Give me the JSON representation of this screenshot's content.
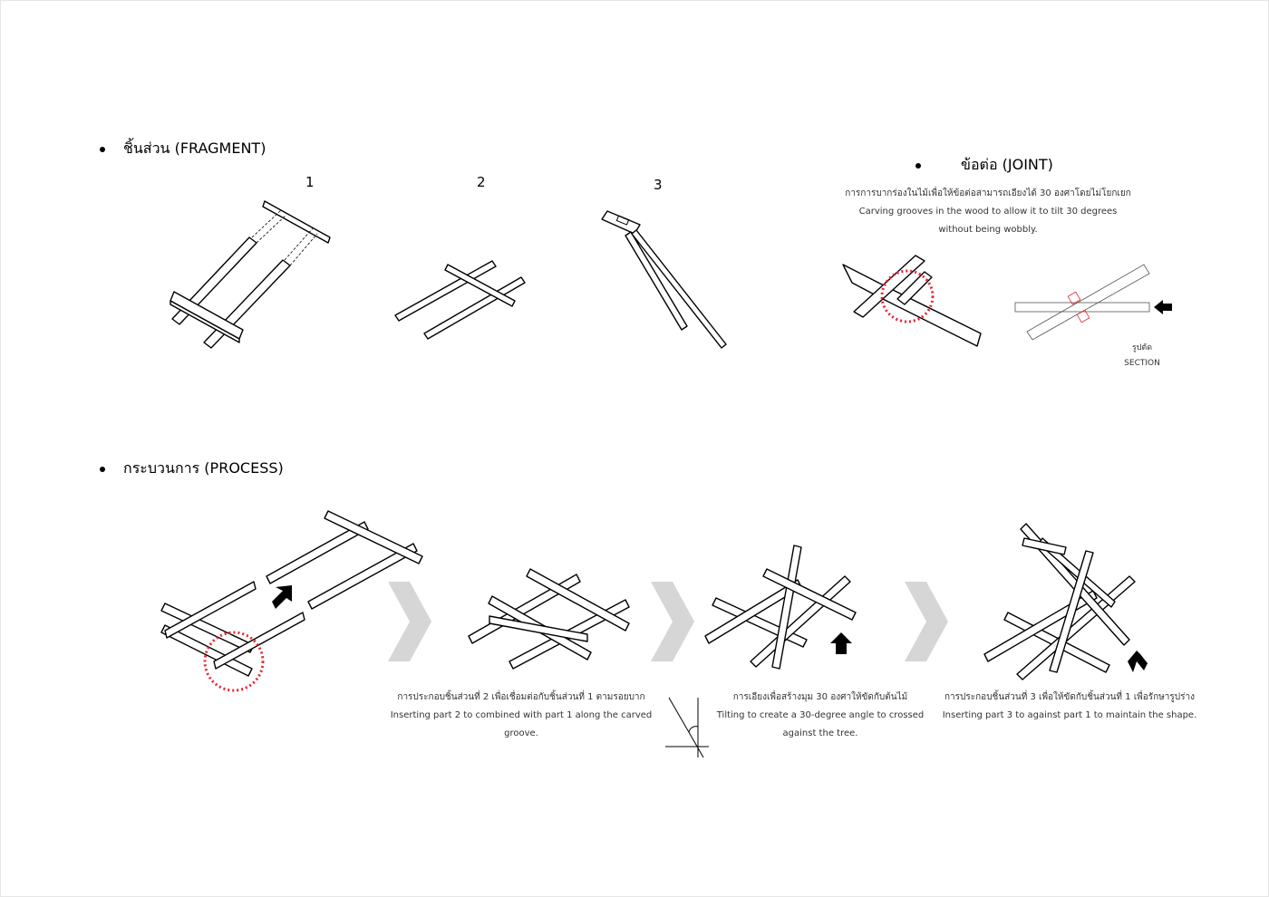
{
  "fragment": {
    "title": "ชิ้นส่วน (FRAGMENT)",
    "parts": [
      "1",
      "2",
      "3"
    ]
  },
  "joint": {
    "title": "ข้อต่อ (JOINT)",
    "description_th": "การการบากร่องในไม้เพื่อให้ข้อต่อสามารถเอียงได้ 30 องศาโดยไม่โยกเยก",
    "description_en_1": "Carving grooves in the wood to allow it to tilt 30 degrees",
    "description_en_2": "without being wobbly.",
    "section_th": "รูปตัด",
    "section_en": "SECTION"
  },
  "process": {
    "title": "กระบวนการ (PROCESS)",
    "steps": [
      {
        "th": "การประกอบชิ้นส่วนที่ 2 เพื่อเชื่อมต่อกับชิ้นส่วนที่ 1 ตามรอยบาก",
        "en1": "Inserting part 2 to combined with part 1 along the carved",
        "en2": "groove."
      },
      {
        "th": "การเอียงเพื่อสร้างมุม 30 องศาให้ขัดกับต้นไม้",
        "en1": "Tilting to create a 30-degree angle to crossed",
        "en2": "against the tree."
      },
      {
        "th": "การประกอบชิ้นส่วนที่ 3 เพื่อให้ขัดกับชิ้นส่วนที่ 1 เพื่อรักษารูปร่าง",
        "en1": "Inserting part 3 to  against part 1 to maintain the shape.",
        "en2": ""
      }
    ]
  },
  "colors": {
    "line": "#000000",
    "highlight": "#e8242e",
    "chevron": "#d6d6d6"
  }
}
